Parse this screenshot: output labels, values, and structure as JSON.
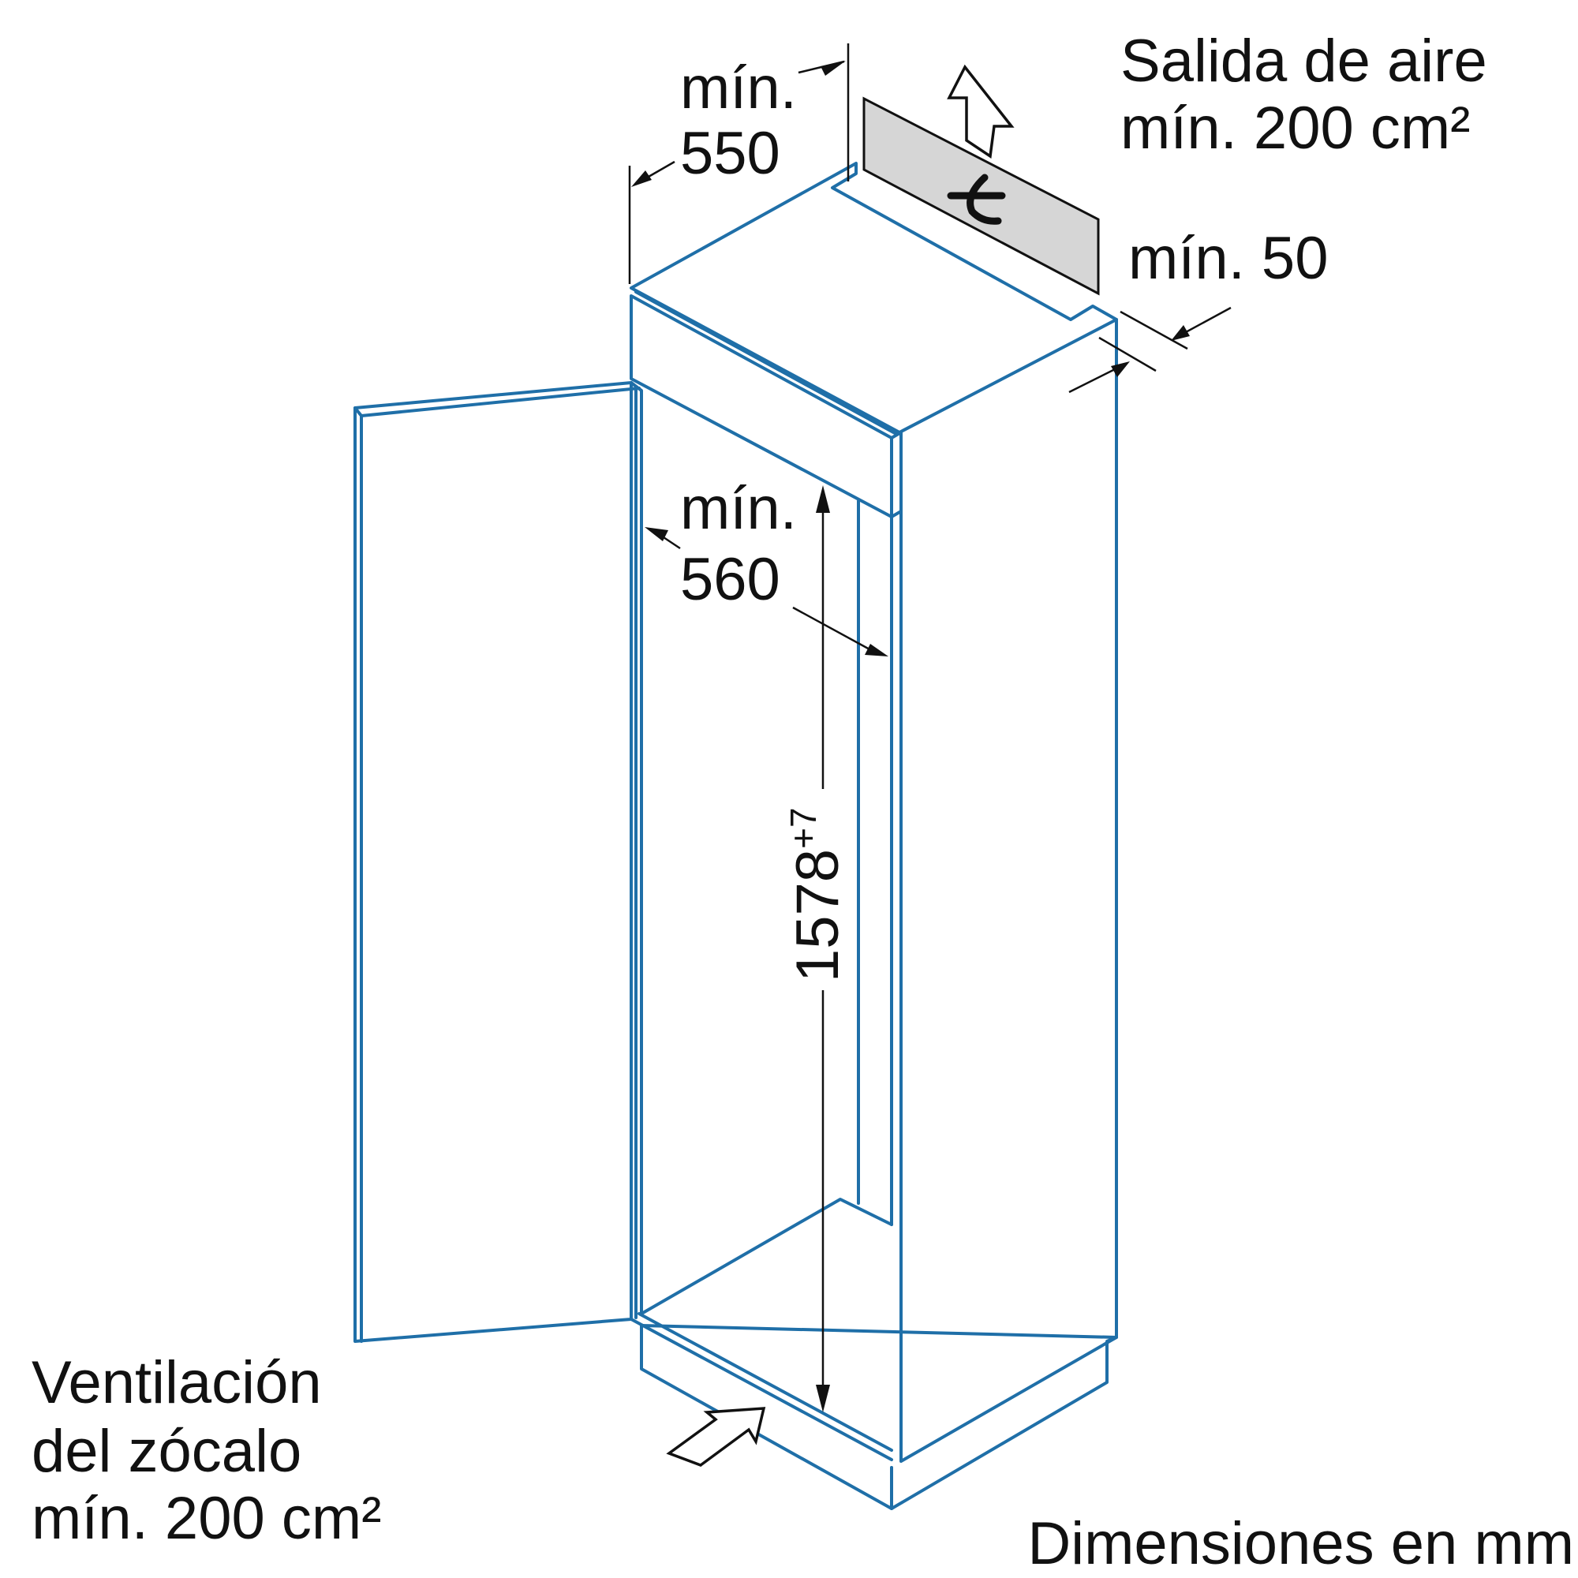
{
  "colors": {
    "cabinet_stroke": "#1f6fa8",
    "dimension_stroke": "#111111",
    "grille_fill": "#d6d6d6",
    "background": "#ffffff"
  },
  "icons": {
    "air_outlet": "hollow-arrow-up-icon",
    "air_inlet": "hollow-arrow-right-icon",
    "fan": "fan-icon"
  },
  "labels": {
    "depth_min_line1": "mín.",
    "depth_min_line2": "550",
    "outlet_line1": "Salida de aire",
    "outlet_line2": "mín. 200 cm²",
    "gap_min": "mín. 50",
    "width_min_line1": "mín.",
    "width_min_line2": "560",
    "height": "1578",
    "height_tolerance": "+7",
    "plinth_line1": "Ventilación",
    "plinth_line2": "del zócalo",
    "plinth_line3": "mín. 200 cm²",
    "units_note": "Dimensiones en mm"
  }
}
